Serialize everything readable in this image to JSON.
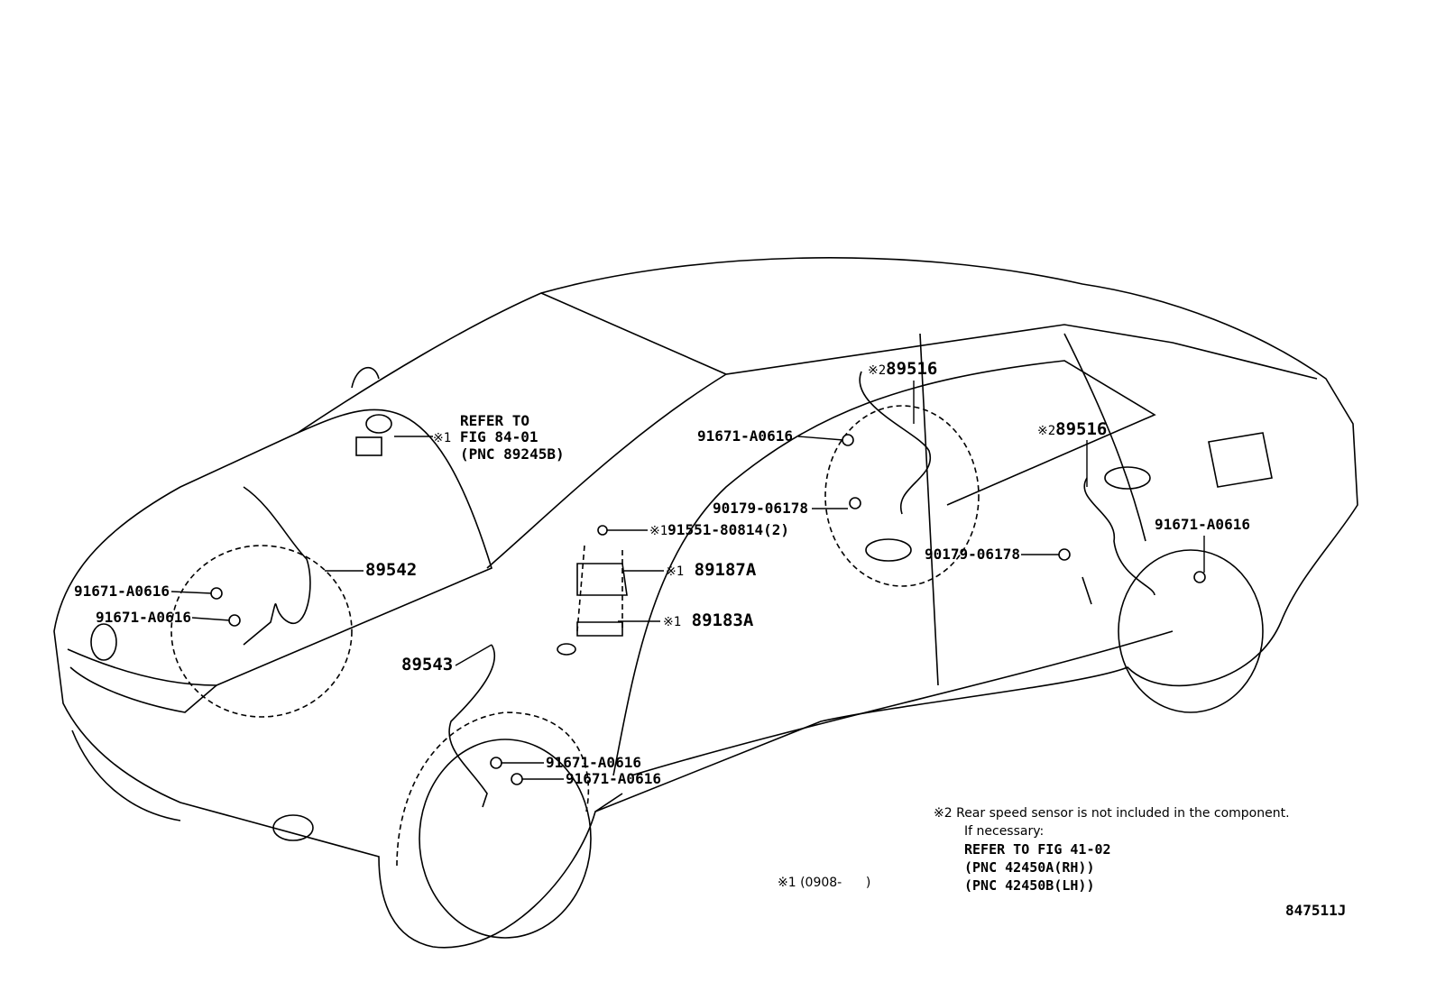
{
  "labels": {
    "rear_sensor_lh": {
      "mark": "※2",
      "part": "89516"
    },
    "rear_sensor_rh": {
      "mark": "※2",
      "part": "89516"
    },
    "bolt_rear_lh": "91671-A0616",
    "bolt_rear_rh": "91671-A0616",
    "clip_rear_lh": "90179-06178",
    "clip_rear_rh": "90179-06178",
    "bolt_bracket": {
      "mark": "※1",
      "part": "91551-80814(2)"
    },
    "bracket_upper": {
      "mark": "※1",
      "part": "89187A"
    },
    "bracket_lower": {
      "mark": "※1",
      "part": "89183A"
    },
    "front_sensor_rh": "89542",
    "front_sensor_lh": "89543",
    "bolt_front_rh_1": "91671-A0616",
    "bolt_front_rh_2": "91671-A0616",
    "bolt_front_lh_1": "91671-A0616",
    "bolt_front_lh_2": "91671-A0616",
    "refer_upper": {
      "mark": "※1",
      "line1": "REFER TO",
      "line2": "FIG 84-01",
      "line3": "(PNC 89245B)"
    }
  },
  "note": {
    "mark": "※2",
    "text": "Rear speed sensor is not included in the component.",
    "if_necessary": "If necessary:",
    "refer": "REFER TO FIG 41-02",
    "pnc_rh": "(PNC 42450A(RH))",
    "pnc_lh": "(PNC 42450B(LH))"
  },
  "footnote": "※1 (0908-      )",
  "figure_id": "847511J"
}
